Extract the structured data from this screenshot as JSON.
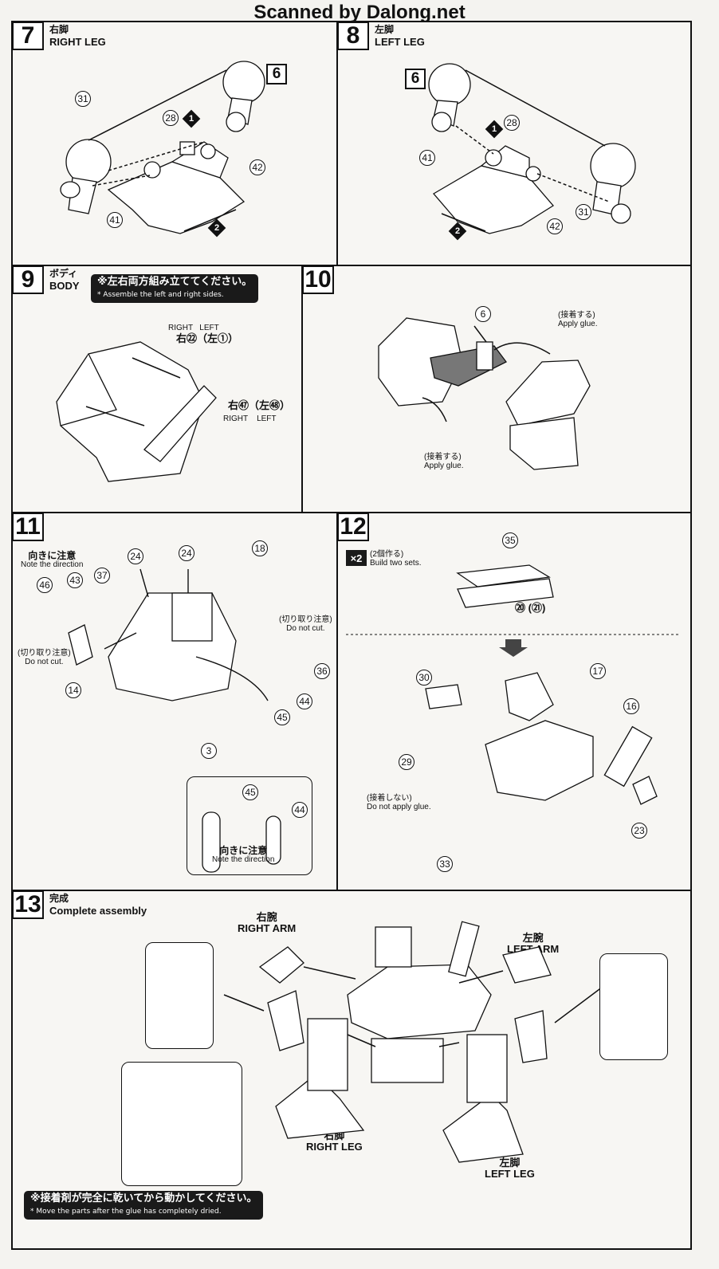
{
  "scan_credit": "Scanned by Dalong.net",
  "steps": {
    "s7": {
      "num": "7",
      "jp": "右脚",
      "en": "RIGHT LEG"
    },
    "s8": {
      "num": "8",
      "jp": "左脚",
      "en": "LEFT LEG"
    },
    "s9": {
      "num": "9",
      "jp": "ボディ",
      "en": "BODY",
      "note_jp": "※左右両方組み立ててください。",
      "note_en": "* Assemble the left and right sides."
    },
    "s10": {
      "num": "10"
    },
    "s11": {
      "num": "11"
    },
    "s12": {
      "num": "12"
    },
    "s13": {
      "num": "13",
      "jp": "完成",
      "en": "Complete assembly"
    }
  },
  "labels": {
    "right": "RIGHT",
    "left": "LEFT",
    "s9_upper": "右㉒（左①）",
    "s9_lower": "右㊼（左㊽）",
    "glue_jp": "(接着する)",
    "glue_en": "Apply glue.",
    "dir_jp": "向きに注意",
    "dir_en": "Note the direction",
    "cut_jp": "(切り取り注意)",
    "cut_en": "Do not cut.",
    "two_sets_jp": "(2個作る)",
    "two_sets_en": "Build two sets.",
    "x2": "×2",
    "noglue_jp": "(接着しない)",
    "noglue_en": "Do not apply glue.",
    "parts_20_21": "⑳ (㉑)",
    "right_arm_jp": "右腕",
    "right_arm_en": "RIGHT ARM",
    "left_arm_jp": "左腕",
    "left_arm_en": "LEFT ARM",
    "right_leg_jp": "右脚",
    "right_leg_en": "RIGHT LEG",
    "left_leg_jp": "左脚",
    "left_leg_en": "LEFT LEG",
    "final_note_jp": "※接着剤が完全に乾いてから動かしてください。",
    "final_note_en": "* Move the parts after the glue has completely dried."
  },
  "parts": {
    "s7": [
      "31",
      "28",
      "42",
      "41"
    ],
    "s8": [
      "41",
      "28",
      "42",
      "31"
    ],
    "s10": [
      "6"
    ],
    "s11": [
      "24",
      "24",
      "18",
      "43",
      "37",
      "46",
      "14",
      "36",
      "45",
      "44",
      "3",
      "45",
      "44"
    ],
    "s12": [
      "35",
      "30",
      "17",
      "16",
      "29",
      "23",
      "33"
    ]
  },
  "sub_markers": {
    "six": "6",
    "one": "1",
    "two": "2"
  }
}
